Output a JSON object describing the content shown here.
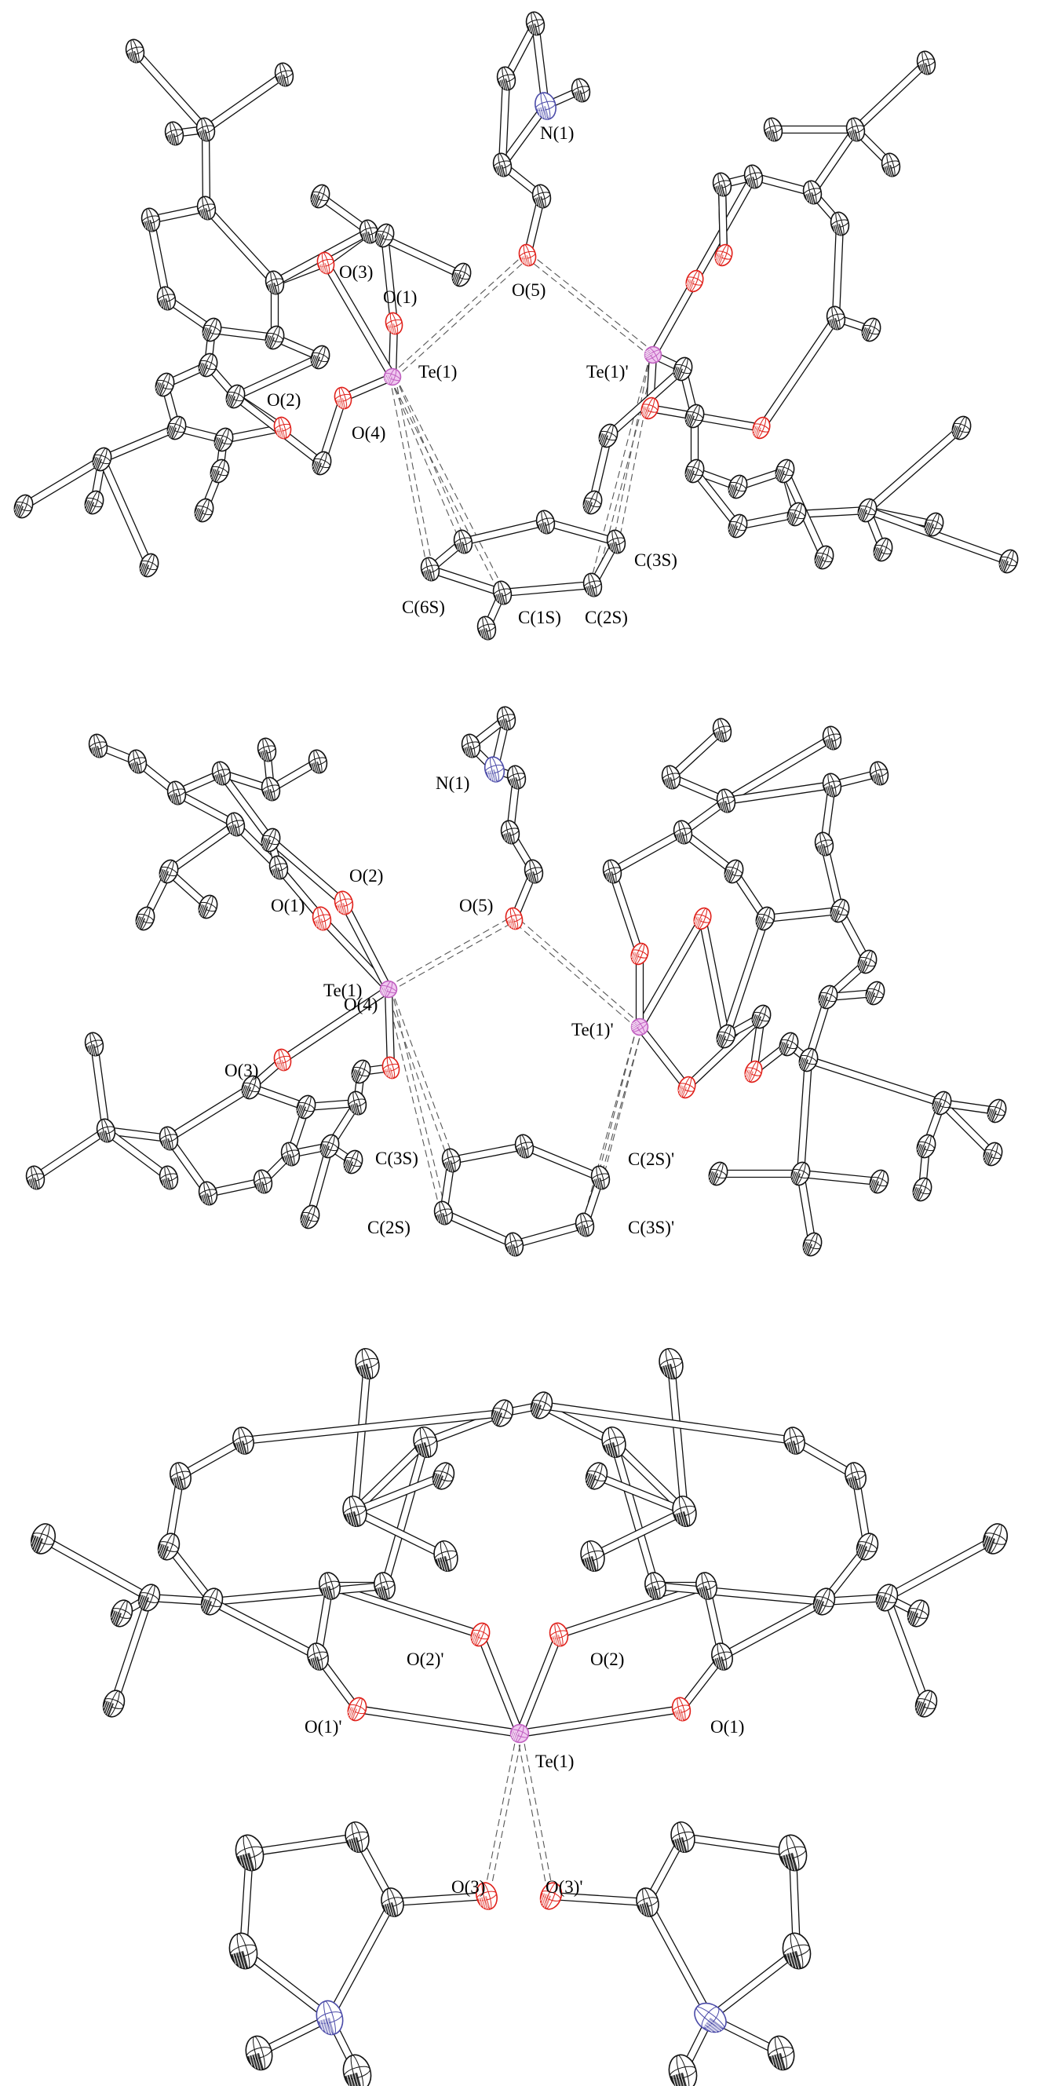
{
  "colors": {
    "carbon": "#ffffff",
    "bond": "#111111",
    "oxygen": "#e0201a",
    "nitrogen": "#4a4aa8",
    "tellurium": "#c060c0",
    "contact": "#555555"
  },
  "panels": [
    {
      "id": "top",
      "labels": {
        "N1": "N(1)",
        "O5": "O(5)",
        "O3": "O(3)",
        "O1": "O(1)",
        "Te1": "Te(1)",
        "Te1p": "Te(1)'",
        "O2": "O(2)",
        "O4": "O(4)",
        "C3S": "C(3S)",
        "C6S": "C(6S)",
        "C1S": "C(1S)",
        "C2S": "C(2S)"
      }
    },
    {
      "id": "middle",
      "labels": {
        "N1": "N(1)",
        "O2": "O(2)",
        "O1": "O(1)",
        "O5": "O(5)",
        "Te1": "Te(1)",
        "Te1p": "Te(1)'",
        "O4": "O(4)",
        "O3": "O(3)",
        "C3S": "C(3S)",
        "C2Sp": "C(2S)'",
        "C2S": "C(2S)",
        "C3Sp": "C(3S)'"
      }
    },
    {
      "id": "bottom",
      "labels": {
        "O2p": "O(2)'",
        "O2": "O(2)",
        "O1p": "O(1)'",
        "O1": "O(1)",
        "Te1": "Te(1)",
        "O3": "O(3)",
        "O3p": "O(3)'"
      }
    }
  ]
}
